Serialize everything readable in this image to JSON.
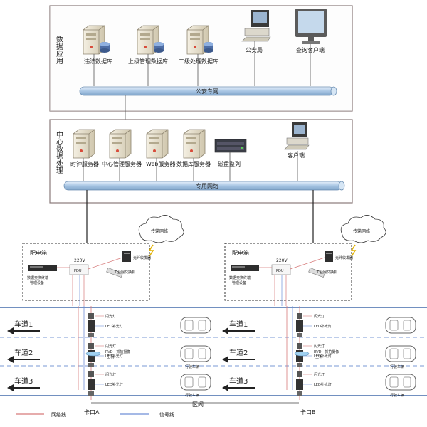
{
  "data_app": {
    "title": "数据应用",
    "nodes": [
      "违法数据库",
      "上级管理数据库",
      "二级处理数据库",
      "公安局",
      "查询客户端"
    ],
    "bus": "公安专网"
  },
  "data_center": {
    "title": "中心数据处理",
    "nodes": [
      "时钟服务器",
      "中心管理服务器",
      "Web服务器",
      "数据库服务器",
      "磁盘整列",
      "客户端"
    ],
    "bus": "专用网络"
  },
  "sites": [
    {
      "box_label": "配电箱",
      "power": "220V",
      "pdu": "PDU",
      "devices": [
        "数据交换终端",
        "管理设备"
      ],
      "fiber": "光纤收发器",
      "industrial_switch": "工业网交换机",
      "cloud": "传输网络",
      "gate": "卡口A"
    },
    {
      "box_label": "配电箱",
      "power": "220V",
      "pdu": "PDU",
      "devices": [
        "数据交换终端",
        "管理设备"
      ],
      "fiber": "光纤收发器",
      "industrial_switch": "工业网交换机",
      "cloud": "传输网络",
      "gate": "卡口B"
    }
  ],
  "field_labels": {
    "camera": "闪光灯",
    "led": "LED补光灯",
    "coil": "RVD · 抓拍摄像",
    "coil2": "主机",
    "vehicle": "行驶车辆"
  },
  "lanes": [
    "车道1",
    "车道2",
    "车道3"
  ],
  "section": "区间",
  "legend": {
    "network": "网络线",
    "signal": "信号线"
  },
  "colors": {
    "frame": "#8a7a7a",
    "bus": "#b7cfe6",
    "bus_edge": "#6d8fb3",
    "network_line": "#d77b7b",
    "signal_line": "#6f8fd8",
    "lane_line": "#1f4e9a",
    "dash": "#7a9ad6",
    "server": "#e9e2cf"
  }
}
